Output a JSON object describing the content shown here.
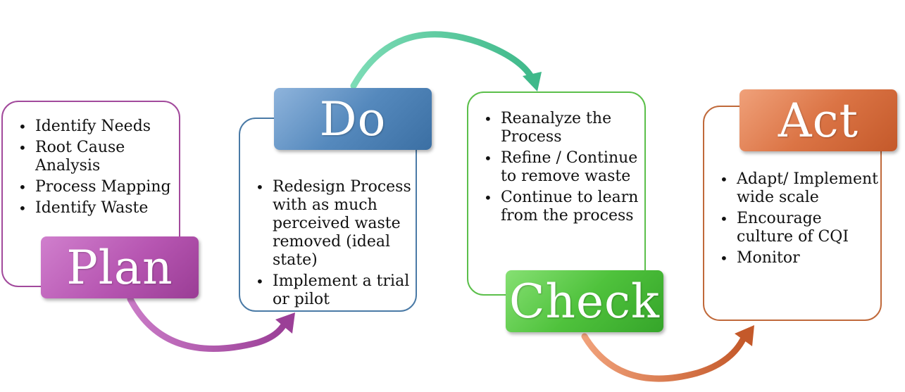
{
  "colors": {
    "plan": "#b655b1",
    "do": "#4a7aa6",
    "check": "#4fc23c",
    "act": "#db7445",
    "arrow_green": "#5ccfa5"
  },
  "stages": [
    {
      "label": "Plan",
      "items": [
        "Identify Needs",
        "Root Cause Analysis",
        "Process Mapping",
        "Identify Waste"
      ]
    },
    {
      "label": "Do",
      "items": [
        "Redesign Process with as much perceived waste removed (ideal state)",
        "Implement a trial or pilot"
      ]
    },
    {
      "label": "Check",
      "items": [
        "Reanalyze the Process",
        "Refine / Continue to remove waste",
        "Continue to learn from the process"
      ]
    },
    {
      "label": "Act",
      "items": [
        "Adapt/ Implement wide scale",
        "Encourage culture of CQI",
        "Monitor"
      ]
    }
  ]
}
